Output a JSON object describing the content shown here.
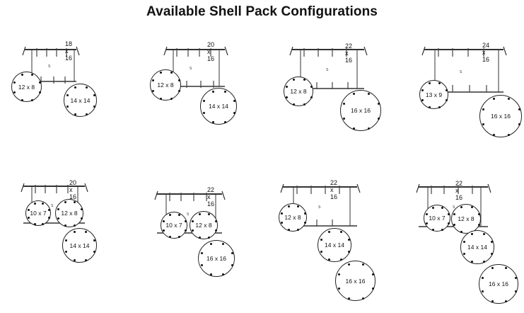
{
  "title": "Available Shell Pack Configurations",
  "configs": [
    {
      "bass_drum": "18 x 16",
      "toms": [
        "12 x 8",
        "14 x 14"
      ]
    },
    {
      "bass_drum": "20 x 16",
      "toms": [
        "12 x 8",
        "14 x 14"
      ]
    },
    {
      "bass_drum": "22 x 16",
      "toms": [
        "12 x 8",
        "16 x 16"
      ]
    },
    {
      "bass_drum": "24 x 16",
      "toms": [
        "13 x 9",
        "16 x 16"
      ]
    },
    {
      "bass_drum": "20 x 16",
      "toms": [
        "10 x 7",
        "12 x 8",
        "14 x 14"
      ]
    },
    {
      "bass_drum": "22 x 16",
      "toms": [
        "10 x 7",
        "12 x 8",
        "16 x 16"
      ]
    },
    {
      "bass_drum": "22 x 16",
      "toms": [
        "12 x 8",
        "14 x 14",
        "16 x 16"
      ]
    },
    {
      "bass_drum": "22 x 16",
      "toms": [
        "10 x 7",
        "12 x 8",
        "14 x 14",
        "16 x 16"
      ]
    }
  ]
}
